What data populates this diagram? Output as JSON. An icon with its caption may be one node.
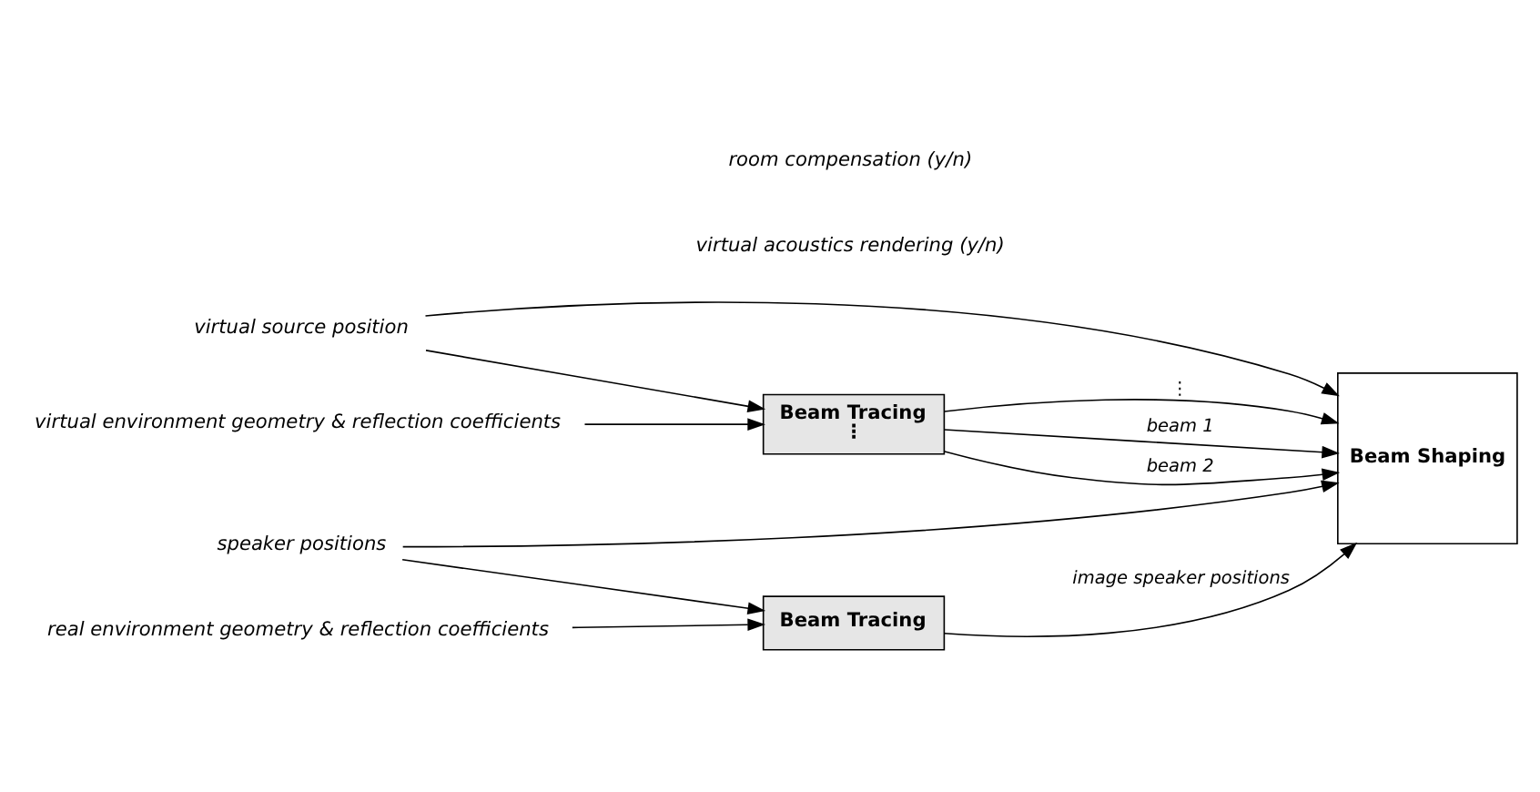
{
  "diagram": {
    "nodes": [
      {
        "text": [
          "virtual source position"
        ]
      },
      {
        "text": [
          "virtual environment geometry & reflection coefficients"
        ]
      },
      {
        "text": [
          "Beam Tracing",
          "⋮"
        ]
      },
      {
        "text": [
          "Beam Shaping"
        ]
      },
      {
        "text": [
          "real environment geometry & reflection coefficients"
        ]
      },
      {
        "text": [
          "speaker positions"
        ]
      },
      {
        "text": [
          "Beam Tracing"
        ]
      }
    ],
    "edges": [
      {
        "from": 0,
        "to": 3,
        "arrow": "to"
      },
      {
        "from": 0,
        "to": 2,
        "arrow": "to"
      },
      {
        "from": 1,
        "to": 2,
        "arrow": "to"
      },
      {
        "from": 2,
        "to": 3,
        "arrow": "to",
        "label": "beam 1"
      },
      {
        "from": 2,
        "to": 3,
        "arrow": "to",
        "label": "beam 2"
      },
      {
        "from": 2,
        "to": 3,
        "arrow": "to",
        "label": "⋮"
      },
      {
        "from": 4,
        "to": 6,
        "arrow": "to"
      },
      {
        "from": 5,
        "to": 6,
        "arrow": "to"
      },
      {
        "from": 6,
        "to": 3,
        "arrow": "to",
        "label": "image speaker positions"
      },
      {
        "from": 5,
        "to": 3,
        "arrow": "to"
      }
    ],
    "labels": [
      "virtual acoustics rendering (y/n)",
      "room compensation (y/n)"
    ]
  }
}
